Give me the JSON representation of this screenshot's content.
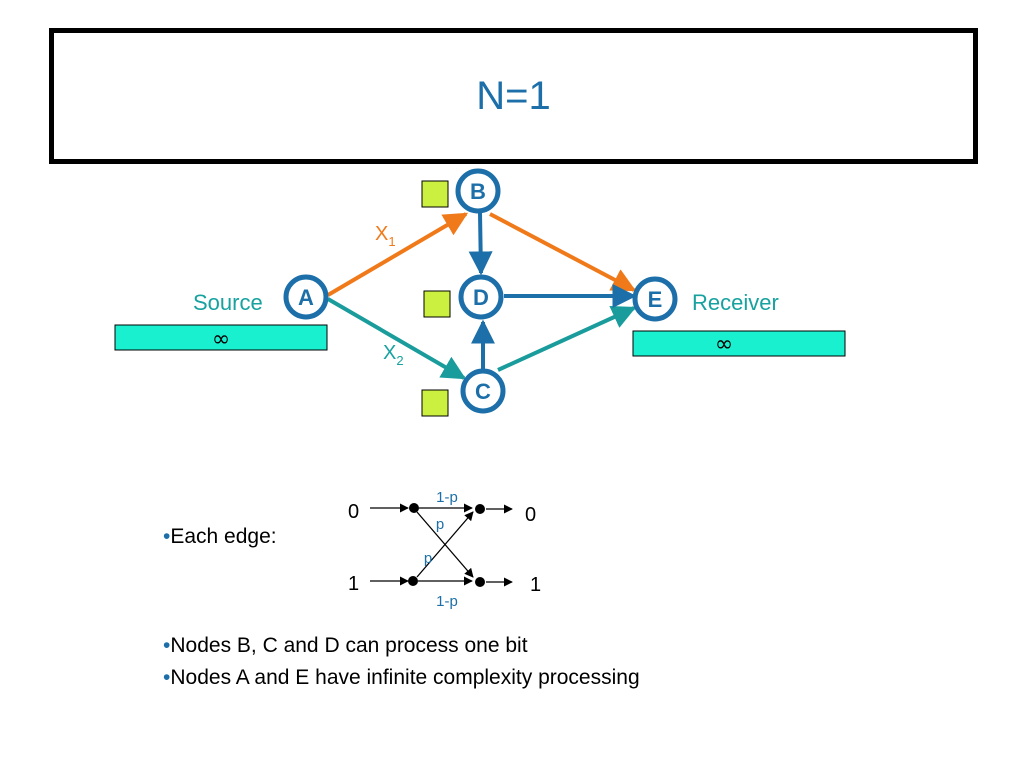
{
  "title": "N=1",
  "nodes": {
    "a": "A",
    "b": "B",
    "c": "C",
    "d": "D",
    "e": "E"
  },
  "source_label": "Source",
  "receiver_label": "Receiver",
  "infinity_symbol": "∞",
  "edge_labels": {
    "x1_base": "X",
    "x1_sub": "1",
    "x2_base": "X",
    "x2_sub": "2"
  },
  "channel": {
    "in_top": "0",
    "in_bottom": "1",
    "out_top": "0",
    "out_bottom": "1",
    "top_prob": "1-p",
    "bottom_prob": "1-p",
    "cross_prob_1": "p",
    "cross_prob_2": "p"
  },
  "bullets": {
    "dot": "•",
    "each_edge": "Each edge:",
    "line1": "Nodes B, C and D can process one bit",
    "line2": "Nodes A and E have infinite complexity processing"
  },
  "colors": {
    "node_blue": "#1c6fa8",
    "orange": "#f07a1a",
    "teal": "#1a9c9c",
    "buffer_cyan": "#19f0d0",
    "bit_green": "#ccf040"
  }
}
